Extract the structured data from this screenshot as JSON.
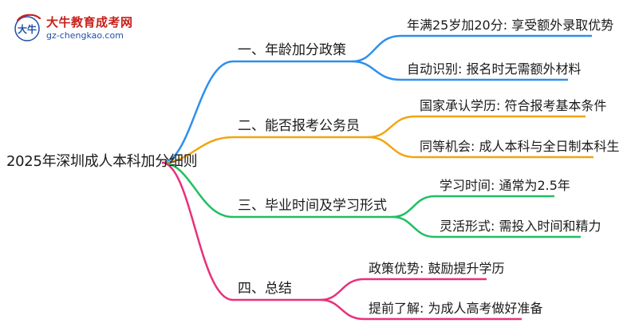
{
  "logo": {
    "name": "大牛教育成考网",
    "url": "gz-chengkao.com",
    "mark_text": "大牛"
  },
  "root": {
    "label": "2025年深圳成人本科加分细则"
  },
  "branches": [
    {
      "label": "一、年龄加分政策",
      "color": "#2f8fea",
      "leaves": [
        {
          "label": "年满25岁加20分: 享受额外录取优势"
        },
        {
          "label": "自动识别: 报名时无需额外材料"
        }
      ]
    },
    {
      "label": "二、能否报考公务员",
      "color": "#f0a612",
      "leaves": [
        {
          "label": "国家承认学历: 符合报考基本条件"
        },
        {
          "label": "同等机会: 成人本科与全日制本科生"
        }
      ]
    },
    {
      "label": "三、毕业时间及学习形式",
      "color": "#22bf63",
      "leaves": [
        {
          "label": "学习时间: 通常为2.5年"
        },
        {
          "label": "灵活形式: 需投入时间和精力"
        }
      ]
    },
    {
      "label": "四、总结",
      "color": "#e8307a",
      "leaves": [
        {
          "label": "政策优势: 鼓励提升学历"
        },
        {
          "label": "提前了解: 为成人高考做好准备"
        }
      ]
    }
  ]
}
